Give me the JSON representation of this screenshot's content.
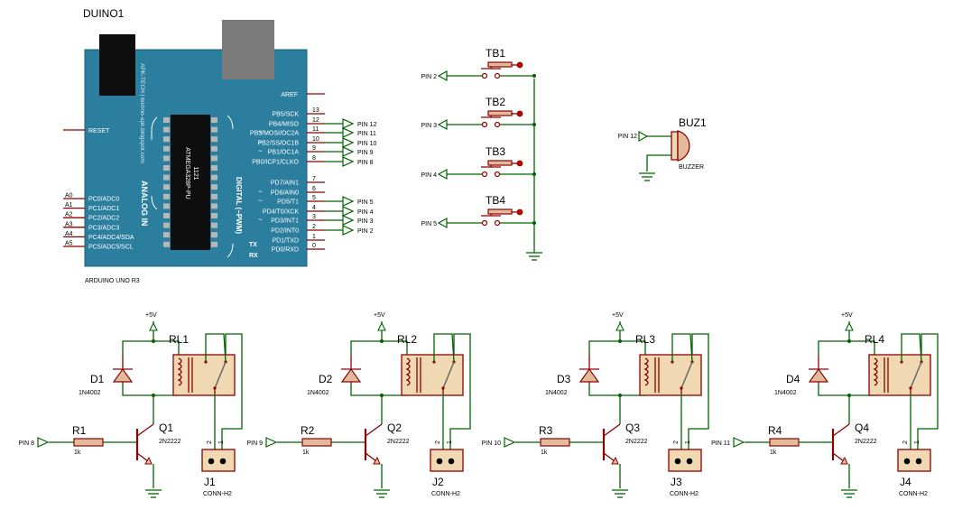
{
  "arduino": {
    "ref": "DUINO1",
    "model": "ARDUINO UNO R3",
    "chip": "ATMEGA328P-PU",
    "chip_num": "1121",
    "vendor": "APK-TECH | techno-apk.blogspot.com",
    "analog_title": "ANALOG IN",
    "digital_title": "DIGITAL (~PWM)",
    "reset": "RESET",
    "aref": "AREF",
    "tx": "TX",
    "rx": "RX",
    "analog_pins": [
      {
        "ext": "A0",
        "label": "PC0/ADC0"
      },
      {
        "ext": "A1",
        "label": "PC1/ADC1"
      },
      {
        "ext": "A2",
        "label": "PC2/ADC2"
      },
      {
        "ext": "A3",
        "label": "PC3/ADC3"
      },
      {
        "ext": "A4",
        "label": "PC4/ADC4/SDA"
      },
      {
        "ext": "A5",
        "label": "PC5/ADC5/SCL"
      }
    ],
    "digital_pins": [
      {
        "num": "13",
        "label": "PB5/SCK",
        "pwm": false,
        "net": ""
      },
      {
        "num": "12",
        "label": "PB4/MISO",
        "pwm": false,
        "net": "PIN 12"
      },
      {
        "num": "11",
        "label": "PB3/MOSI/OC2A",
        "pwm": true,
        "net": "PIN 11"
      },
      {
        "num": "10",
        "label": "PB2/SS/OC1B",
        "pwm": true,
        "net": "PIN 10"
      },
      {
        "num": "9",
        "label": "PB1/OC1A",
        "pwm": true,
        "net": "PIN 9"
      },
      {
        "num": "8",
        "label": "PB0/ICP1/CLKO",
        "pwm": false,
        "net": "PIN 8"
      },
      {
        "num": "7",
        "label": "PD7/AIN1",
        "pwm": false,
        "net": ""
      },
      {
        "num": "6",
        "label": "PD6/AIN0",
        "pwm": true,
        "net": ""
      },
      {
        "num": "5",
        "label": "PD5/T1",
        "pwm": true,
        "net": "PIN 5"
      },
      {
        "num": "4",
        "label": "PD4/T0/XCK",
        "pwm": false,
        "net": "PIN 4"
      },
      {
        "num": "3",
        "label": "PD3/INT1",
        "pwm": true,
        "net": "PIN 3"
      },
      {
        "num": "2",
        "label": "PD2/INT0",
        "pwm": false,
        "net": "PIN 2"
      },
      {
        "num": "1",
        "label": "PD1/TXD",
        "pwm": false,
        "net": ""
      },
      {
        "num": "0",
        "label": "PD0/RXD",
        "pwm": false,
        "net": ""
      }
    ]
  },
  "buttons": [
    {
      "ref": "TB1",
      "net": "PIN 2"
    },
    {
      "ref": "TB2",
      "net": "PIN 3"
    },
    {
      "ref": "TB3",
      "net": "PIN 4"
    },
    {
      "ref": "TB4",
      "net": "PIN 5"
    }
  ],
  "buzzer": {
    "ref": "BUZ1",
    "value": "BUZZER",
    "net": "PIN 12"
  },
  "relay_stages": [
    {
      "supply": "+5V",
      "relay": "RL1",
      "diode": "D1",
      "diode_val": "1N4002",
      "resistor": "R1",
      "res_val": "1k",
      "transistor": "Q1",
      "trans_val": "2N2222",
      "connector": "J1",
      "conn_val": "CONN-H2",
      "net": "PIN 8",
      "pin_a": "2",
      "pin_b": "1"
    },
    {
      "supply": "+5V",
      "relay": "RL2",
      "diode": "D2",
      "diode_val": "1N4002",
      "resistor": "R2",
      "res_val": "1k",
      "transistor": "Q2",
      "trans_val": "2N2222",
      "connector": "J2",
      "conn_val": "CONN-H2",
      "net": "PIN 9",
      "pin_a": "2",
      "pin_b": "1"
    },
    {
      "supply": "+5V",
      "relay": "RL3",
      "diode": "D3",
      "diode_val": "1N4002",
      "resistor": "R3",
      "res_val": "1k",
      "transistor": "Q3",
      "trans_val": "2N2222",
      "connector": "J3",
      "conn_val": "CONN-H2",
      "net": "PIN 10",
      "pin_a": "2",
      "pin_b": "1"
    },
    {
      "supply": "+5V",
      "relay": "RL4",
      "diode": "D4",
      "diode_val": "1N4002",
      "resistor": "R4",
      "res_val": "1k",
      "transistor": "Q4",
      "trans_val": "2N2222",
      "connector": "J4",
      "conn_val": "CONN-H2",
      "net": "PIN 11",
      "pin_a": "2",
      "pin_b": "1"
    }
  ]
}
